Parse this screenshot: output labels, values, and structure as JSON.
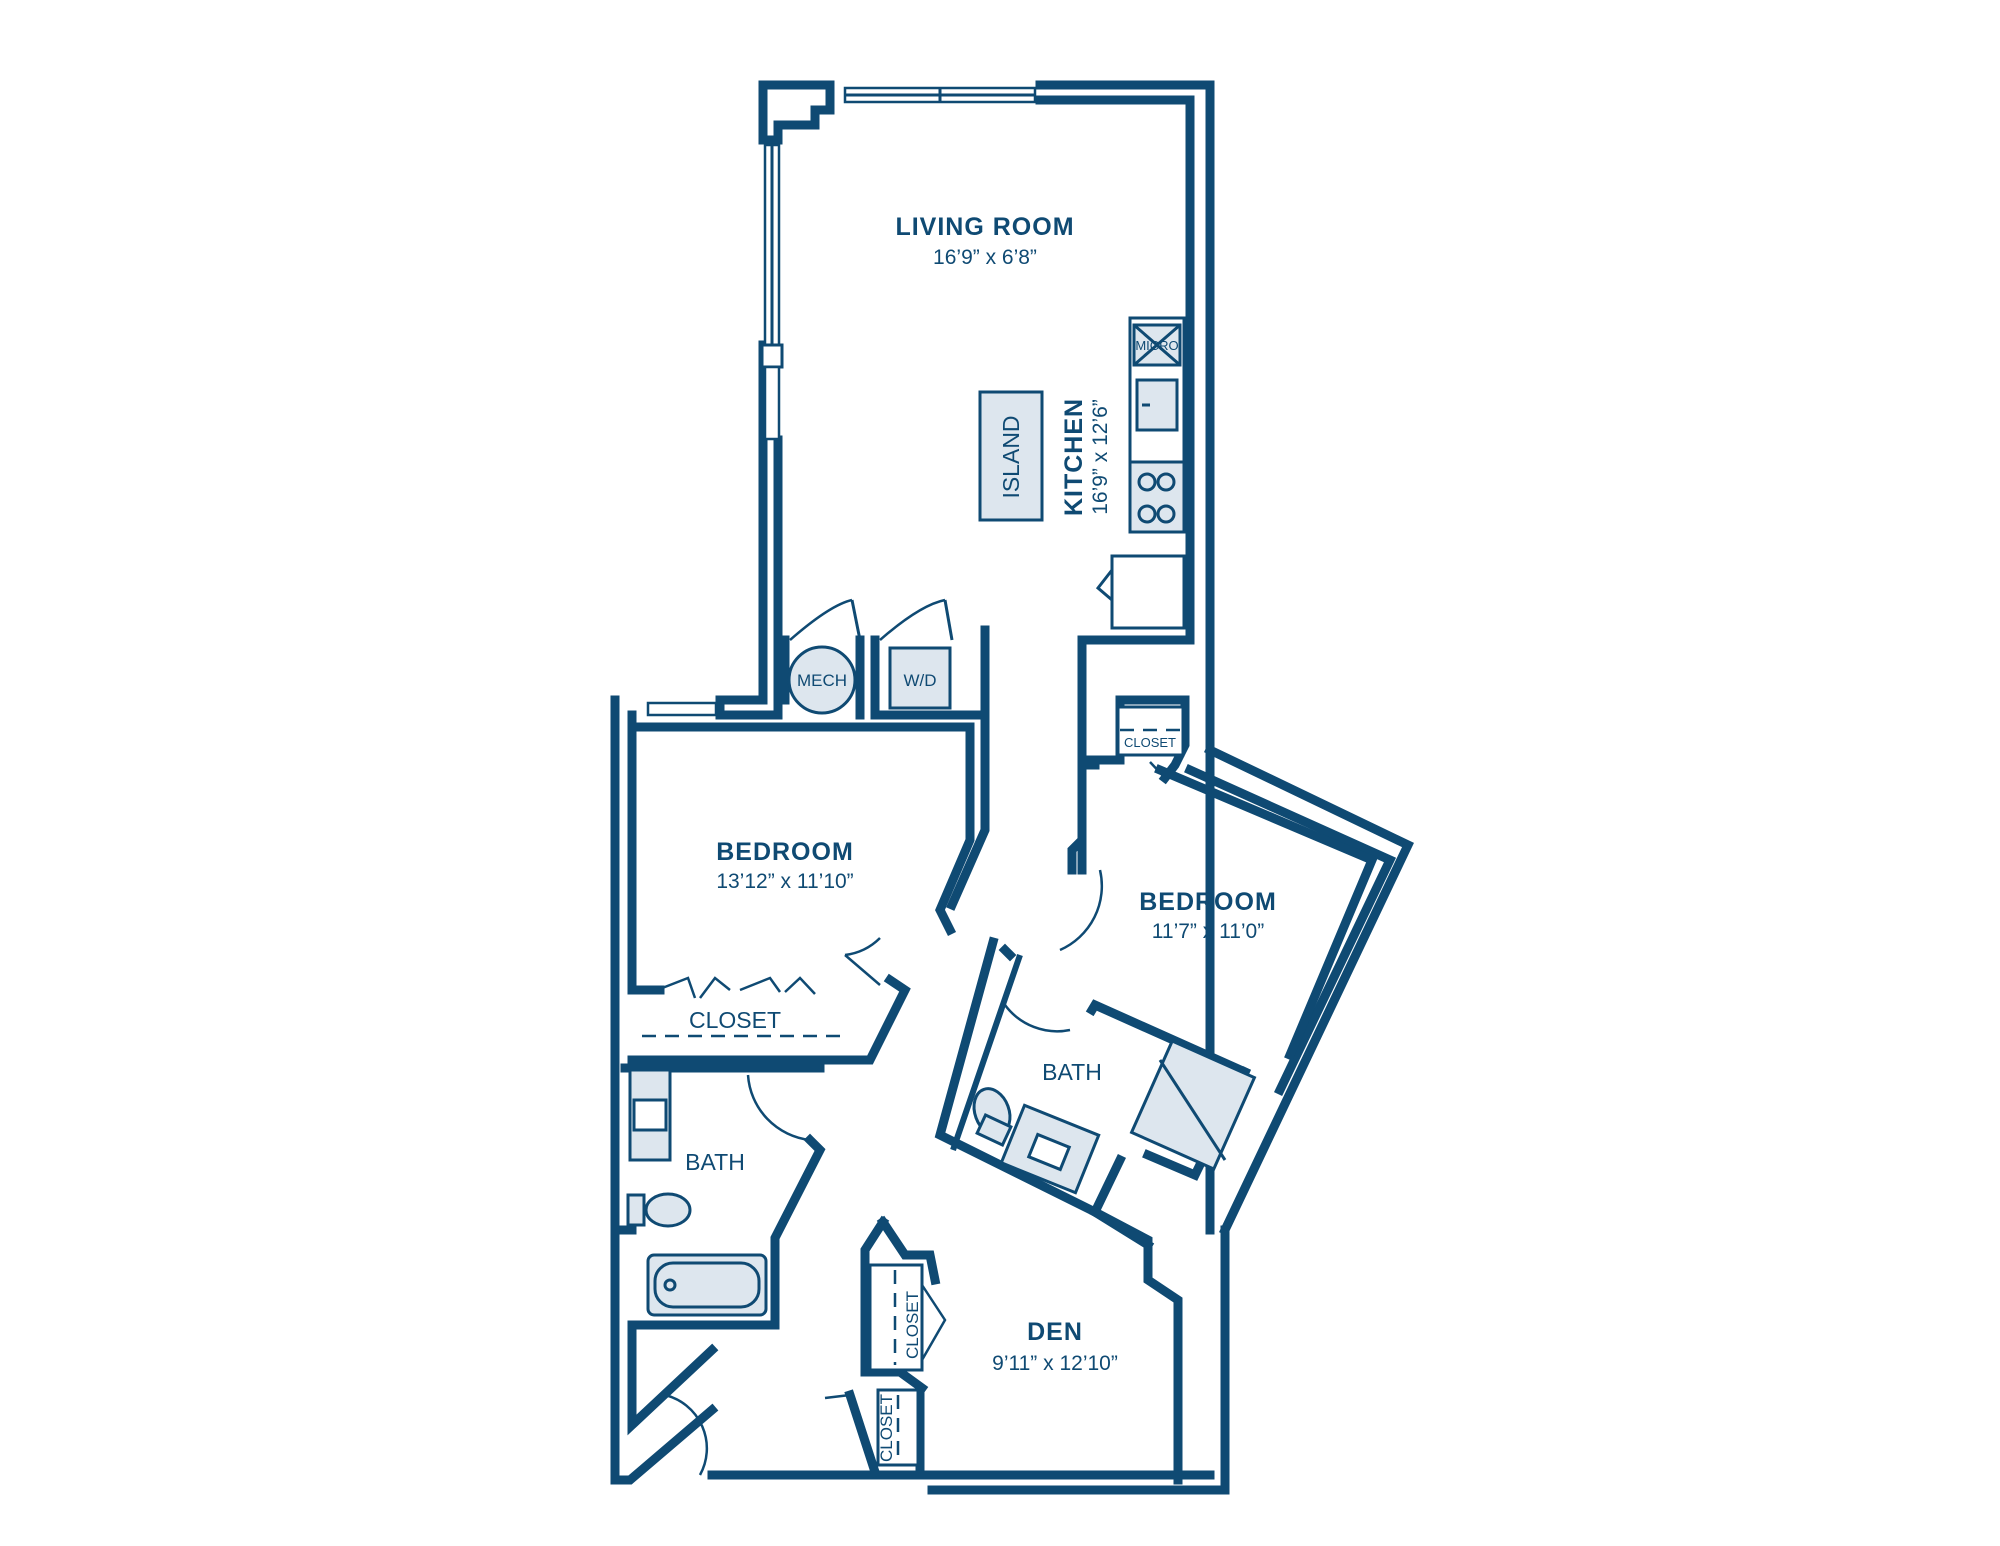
{
  "colors": {
    "wall": "#0f4a73",
    "fixture_fill": "#dde6ee",
    "background": "#ffffff"
  },
  "rooms": {
    "living_room": {
      "name": "LIVING ROOM",
      "dims": "16’9” x 6’8”"
    },
    "kitchen": {
      "name": "KITCHEN",
      "dims": "16’9” x 12’6”"
    },
    "bedroom_left": {
      "name": "BEDROOM",
      "dims": "13’12” x 11’10”"
    },
    "bedroom_right": {
      "name": "BEDROOM",
      "dims": "11’7” x 11’0”"
    },
    "den": {
      "name": "DEN",
      "dims": "9’11” x 12’10”"
    }
  },
  "labels": {
    "island": "ISLAND",
    "micro": "MICRO",
    "mech": "MECH",
    "wd": "W/D",
    "closet_top": "CLOSET",
    "closet_bedroom_left": "CLOSET",
    "bath_left": "BATH",
    "bath_right": "BATH",
    "closet_den_upper": "CLOSET",
    "closet_den_lower": "CLOSET"
  }
}
